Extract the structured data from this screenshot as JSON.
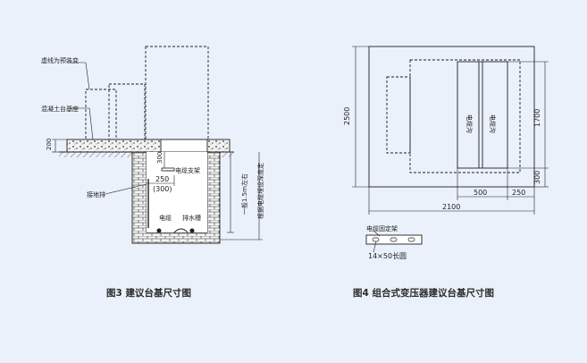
{
  "fig3": {
    "caption": "图3 建议台基尺寸图",
    "label_dashed": "虚线为预装变",
    "label_base": "混凝土台基座",
    "label_200": "200",
    "label_300": "300",
    "label_support": "电缆支架",
    "label_250": "250",
    "label_300p": "(300)",
    "label_ground": "接地排",
    "label_cable": "电缆",
    "label_drain": "排水槽",
    "label_depth": "一般1.5m左右",
    "label_depth2": "根据电缆埋设深度定"
  },
  "fig4": {
    "caption": "图4 组合式变压器建议台基尺寸图",
    "label_2500": "2500",
    "label_1700": "1700",
    "label_300": "300",
    "label_500": "500",
    "label_250": "250",
    "label_2100": "2100",
    "label_cable_left": "电缆",
    "label_cable_left2": "沟",
    "label_cable_right": "电缆",
    "label_cable_right2": "沟",
    "label_support": "电缆固定架",
    "label_hole": "14×50长圆"
  }
}
